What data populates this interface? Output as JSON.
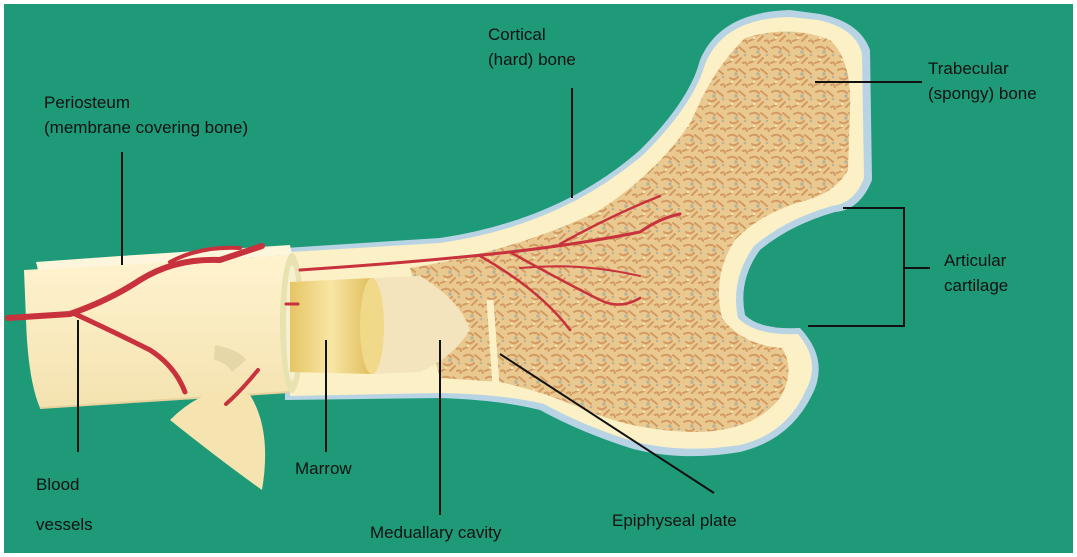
{
  "diagram": {
    "colors": {
      "background": "#1e9a78",
      "bone": "#fbf0c6",
      "trabecular": "#e7c48c",
      "blood_vessel": "#c8323c",
      "cartilage": "#b8d4e4",
      "marrow": "#eed17a",
      "leader_line": "#111111"
    },
    "labels": {
      "periosteum": [
        "Periosteum",
        "(membrane covering bone)"
      ],
      "cortical": [
        "Cortical",
        "(hard) bone"
      ],
      "trabecular": [
        "Trabecular",
        "(spongy) bone"
      ],
      "articular": [
        "Articular",
        "cartilage"
      ],
      "blood": "Blood",
      "vessels": "vessels",
      "marrow": "Marrow",
      "medullary": "Meduallary cavity",
      "epiphyseal": "Epiphyseal plate"
    }
  }
}
